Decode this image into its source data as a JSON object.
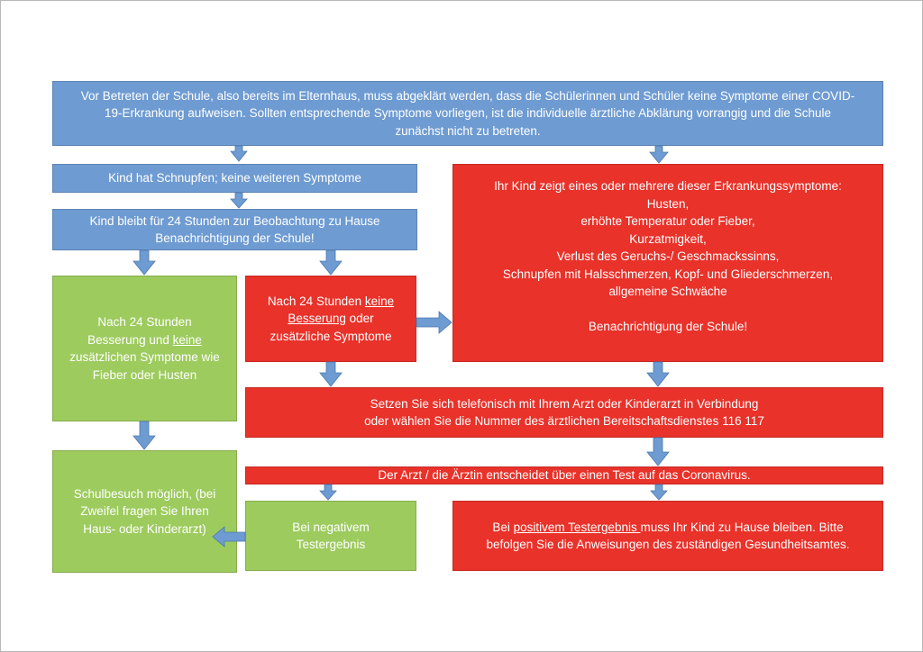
{
  "colors": {
    "blue": "#6e9bd2",
    "red": "#e8322a",
    "green": "#9dcb5e",
    "arrow": "#6e9bd2"
  },
  "nodes": {
    "intro": "Vor Betreten der Schule, also bereits im Elternhaus, muss abgeklärt werden, dass die Schülerinnen und Schüler keine Symptome einer COVID-19-Erkrankung aufweisen. Sollten entsprechende Symptome vorliegen, ist die individuelle ärztliche Abklärung vorrangig und die Schule zunächst nicht zu betreten.",
    "cold_only": "Kind hat Schnupfen; keine weiteren Symptome",
    "stay_home": {
      "line1": "Kind bleibt für 24 Stunden zur Beobachtung zu Hause",
      "line2": "Benachrichtigung der Schule!"
    },
    "symptoms": {
      "heading": "Ihr Kind zeigt eines oder mehrere dieser  Erkrankungssymptome:",
      "items": [
        "Husten,",
        "erhöhte Temperatur oder Fieber,",
        "Kurzatmigkeit,",
        "Verlust des Geruchs-/ Geschmackssinns,",
        "Schnupfen mit Halsschmerzen, Kopf- und Gliederschmerzen,",
        "allgemeine Schwäche"
      ],
      "notify": "Benachrichtigung der Schule!"
    },
    "improved": {
      "part1": "Nach 24 Stunden Besserung und ",
      "underlined": "keine",
      "part2": " zusätzlichen Symptome wie Fieber oder Husten"
    },
    "not_improved": {
      "part1": "Nach 24 Stunden ",
      "underlined": "keine Besserung",
      "part2": " oder zusätzliche Symptome"
    },
    "call_doctor": {
      "line1": "Setzen Sie sich telefonisch mit Ihrem Arzt oder Kinderarzt in Verbindung",
      "line2": "oder wählen Sie die Nummer des ärztlichen Bereitschaftsdienstes 116 117"
    },
    "doctor_decides": "Der Arzt / die Ärztin entscheidet über einen Test auf das Coronavirus.",
    "school_possible": "Schulbesuch möglich, (bei Zweifel fragen Sie Ihren Haus- oder Kinderarzt)",
    "negative": "Bei negativem Testergebnis",
    "positive": {
      "part1": "Bei ",
      "underlined": "positivem Testergebnis ",
      "part2": "muss Ihr Kind zu Hause bleiben. Bitte befolgen Sie die Anweisungen des zuständigen Gesundheitsamtes."
    }
  }
}
